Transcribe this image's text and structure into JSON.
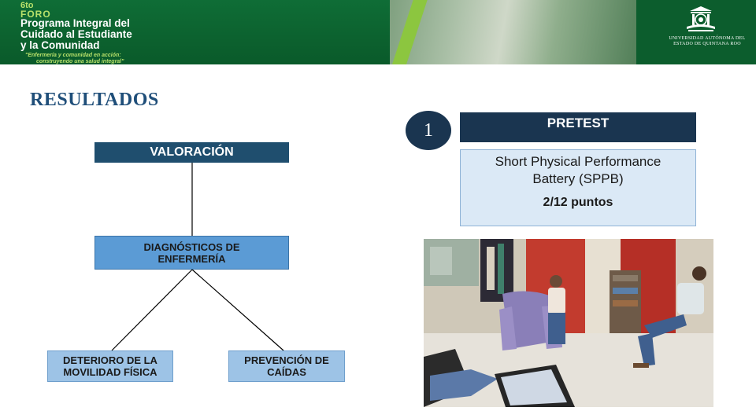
{
  "header": {
    "forum_number": "6to",
    "forum_word": "FORO",
    "title_lines": [
      "Programa Integral del",
      "Cuidado al Estudiante",
      "y la Comunidad"
    ],
    "slogan_lines": [
      "\"Enfermería y comunidad en acción:",
      "construyendo una salud integral\""
    ],
    "university_lines": [
      "UNIVERSIDAD AUTÓNOMA DEL",
      "ESTADO DE QUINTANA ROO"
    ]
  },
  "section_title": "RESULTADOS",
  "diagram": {
    "root": "VALORACIÓN",
    "middle": [
      "DIAGNÓSTICOS DE",
      "ENFERMERÍA"
    ],
    "leaf_left": [
      "DETERIORO DE LA",
      "MOVILIDAD FÍSICA"
    ],
    "leaf_right": [
      "PREVENCIÓN DE",
      "CAÍDAS"
    ]
  },
  "pretest": {
    "badge": "1",
    "heading": "PRETEST",
    "test_name_lines": [
      "Short Physical Performance",
      "Battery (SPPB)"
    ],
    "score": "2/12 puntos"
  },
  "colors": {
    "banner_green": "#0f6a33",
    "accent_green": "#8cc63f",
    "title_blue": "#1f4e79",
    "dark_navy": "#1a3550",
    "box_blue": "#5b9bd5",
    "light_blue": "#9dc3e6"
  }
}
